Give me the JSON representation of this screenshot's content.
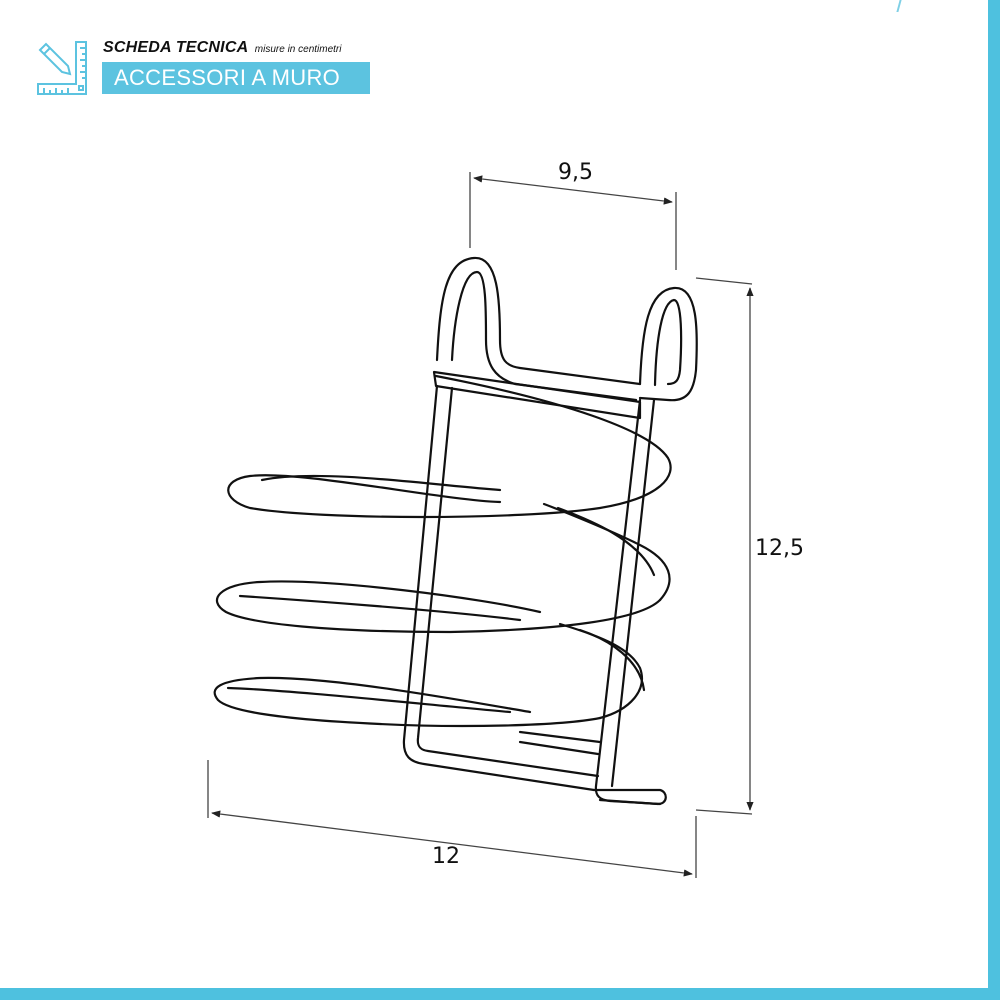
{
  "header": {
    "title": "SCHEDA TECNICA",
    "subtitle": "misure in centimetri",
    "category": "ACCESSORI A MURO",
    "icon": "ruler-pencil-icon",
    "accent_color": "#5cc3e0"
  },
  "frame": {
    "border_color": "#4ec1df"
  },
  "dimensions": {
    "width_top": "9,5",
    "height": "12,5",
    "depth": "12",
    "unit": "cm"
  },
  "product": {
    "description": "wall-mounted spiral hair dryer holder (wire)"
  }
}
